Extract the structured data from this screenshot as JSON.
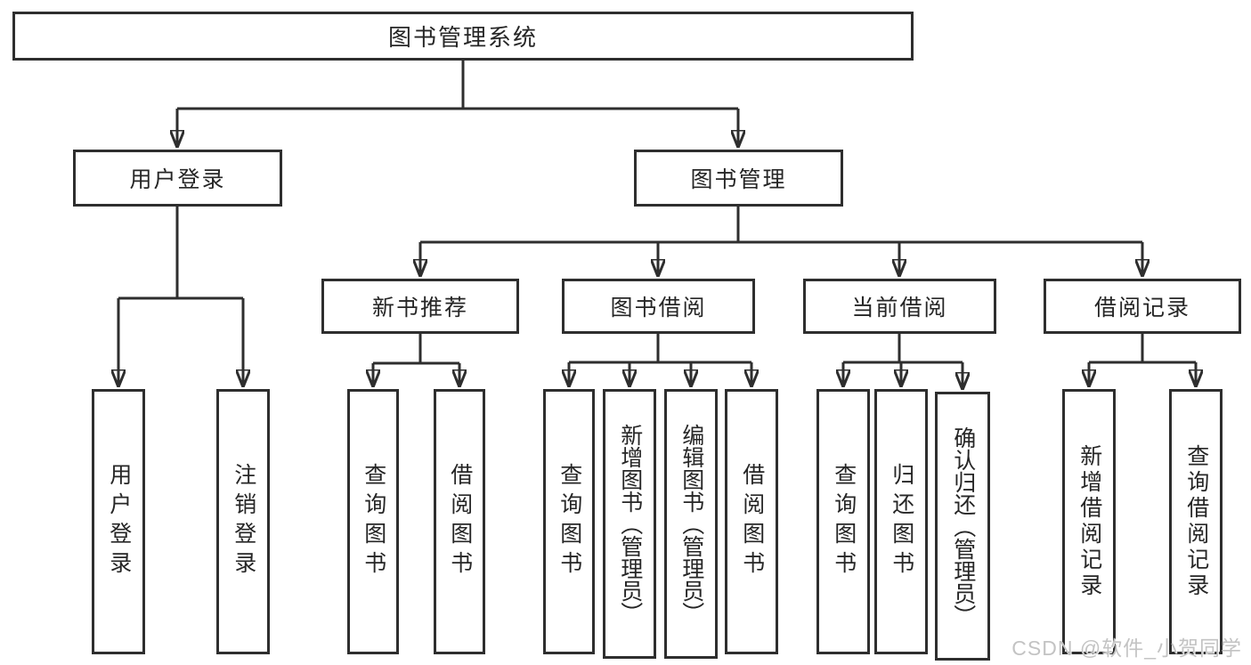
{
  "tree": {
    "label": "图书管理系统",
    "children": [
      {
        "label": "用户登录",
        "children": [
          {
            "label": "用户登录"
          },
          {
            "label": "注销登录"
          }
        ]
      },
      {
        "label": "图书管理",
        "children": [
          {
            "label": "新书推荐",
            "children": [
              {
                "label": "查询图书"
              },
              {
                "label": "借阅图书"
              }
            ]
          },
          {
            "label": "图书借阅",
            "children": [
              {
                "label": "查询图书"
              },
              {
                "label": "新增图书（管理员）"
              },
              {
                "label": "编辑图书（管理员）"
              },
              {
                "label": "借阅图书"
              }
            ]
          },
          {
            "label": "当前借阅",
            "children": [
              {
                "label": "查询图书"
              },
              {
                "label": "归还图书"
              },
              {
                "label": "确认归还（管理员）"
              }
            ]
          },
          {
            "label": "借阅记录",
            "children": [
              {
                "label": "新增借阅记录"
              },
              {
                "label": "查询借阅记录"
              }
            ]
          }
        ]
      }
    ]
  },
  "watermark": {
    "text": "CSDN @软件_小贺同学"
  },
  "colors": {
    "line": "#2e2e2e",
    "border": "#2e2e2e",
    "text": "#262626",
    "watermark": "#c3c3c3",
    "background": "#ffffff"
  }
}
